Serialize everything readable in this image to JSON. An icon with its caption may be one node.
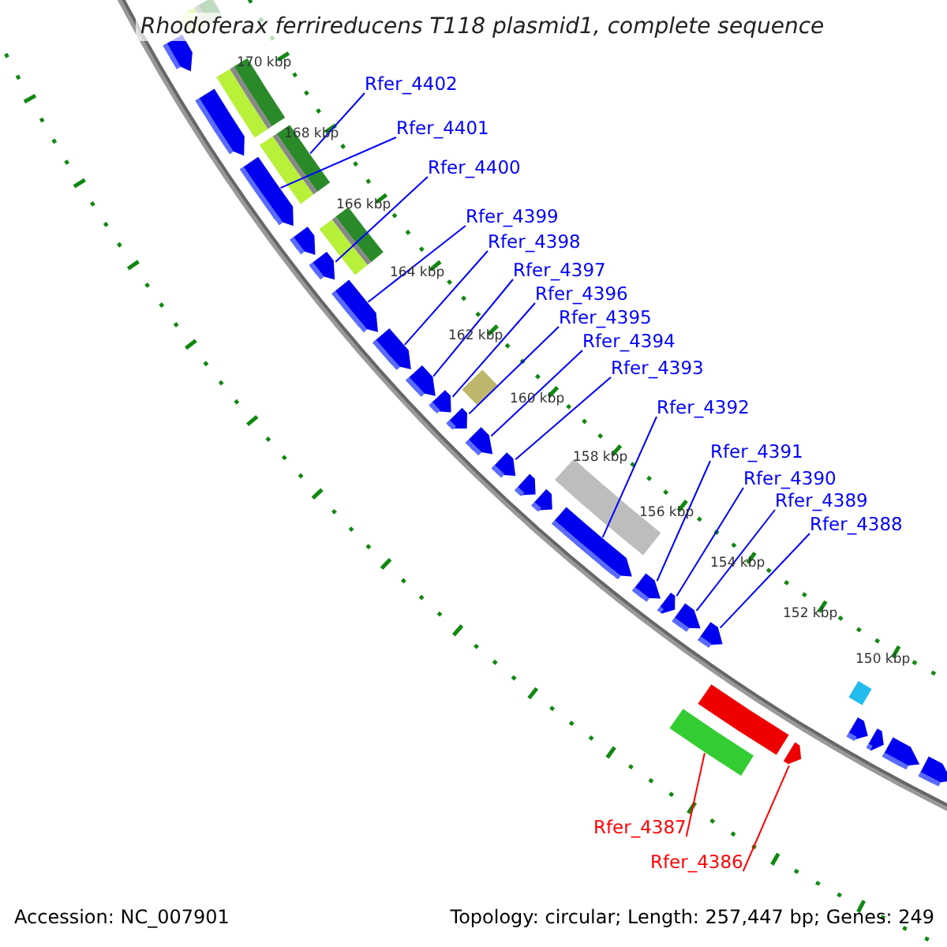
{
  "diagram": {
    "title": "Rhodoferax ferrireducens T118 plasmid1, complete sequence",
    "nodes": [
      {
        "text": [
          "Rfer_4402"
        ]
      },
      {
        "text": [
          "Rfer_4401"
        ]
      },
      {
        "text": [
          "Rfer_4400"
        ]
      },
      {
        "text": [
          "Rfer_4399"
        ]
      },
      {
        "text": [
          "Rfer_4398"
        ]
      },
      {
        "text": [
          "Rfer_4397"
        ]
      },
      {
        "text": [
          "Rfer_4396"
        ]
      },
      {
        "text": [
          "Rfer_4395"
        ]
      },
      {
        "text": [
          "Rfer_4394"
        ]
      },
      {
        "text": [
          "Rfer_4393"
        ]
      },
      {
        "text": [
          "Rfer_4392"
        ]
      },
      {
        "text": [
          "Rfer_4391"
        ]
      },
      {
        "text": [
          "Rfer_4390"
        ]
      },
      {
        "text": [
          "Rfer_4389"
        ]
      },
      {
        "text": [
          "Rfer_4388"
        ]
      },
      {
        "text": [
          "Rfer_4387"
        ]
      },
      {
        "text": [
          "Rfer_4386"
        ]
      },
      {
        "text": [],
        "shape": "bar"
      },
      {
        "text": [],
        "shape": "arrow"
      },
      {
        "text": [],
        "shape": "arrow"
      },
      {
        "text": [],
        "shape": "arrow"
      },
      {
        "text": [],
        "shape": "arrow"
      },
      {
        "text": [],
        "shape": "arrow"
      },
      {
        "text": [],
        "shape": "arrow"
      },
      {
        "text": [],
        "shape": "arrow"
      },
      {
        "text": [],
        "shape": "arrow"
      },
      {
        "text": [],
        "shape": "arrow"
      },
      {
        "text": [],
        "shape": "arrow"
      },
      {
        "text": [],
        "shape": "arrow"
      },
      {
        "text": [],
        "shape": "arrow"
      },
      {
        "text": [],
        "shape": "arrow"
      },
      {
        "text": [],
        "shape": "arrow"
      },
      {
        "text": [],
        "shape": "bar"
      },
      {
        "text": [],
        "shape": "arrow"
      },
      {
        "text": [],
        "shape": "arrow"
      },
      {
        "text": [],
        "shape": "arrow"
      },
      {
        "text": [],
        "shape": "arrow"
      },
      {
        "text": [],
        "shape": "arrow"
      },
      {
        "text": [],
        "shape": "arrow"
      },
      {
        "text": [],
        "shape": "arrow"
      },
      {
        "text": [],
        "shape": "arrow"
      },
      {
        "text": [],
        "shape": "arrow"
      },
      {
        "text": [],
        "shape": "arrow"
      },
      {
        "text": [],
        "shape": "bar"
      },
      {
        "text": [],
        "shape": "bar"
      },
      {
        "text": [],
        "shape": "bar"
      },
      {
        "text": [],
        "shape": "bar"
      },
      {
        "text": [],
        "shape": "bar"
      },
      {
        "text": [],
        "shape": "bar"
      },
      {
        "text": [],
        "shape": "bar"
      }
    ],
    "edges": [
      {
        "from": 0,
        "to": 17,
        "arrow": "none"
      },
      {
        "from": 1,
        "to": 18,
        "arrow": "none"
      },
      {
        "from": 2,
        "to": 19,
        "arrow": "none"
      },
      {
        "from": 3,
        "to": 20,
        "arrow": "none"
      },
      {
        "from": 4,
        "to": 21,
        "arrow": "none"
      },
      {
        "from": 5,
        "to": 22,
        "arrow": "none"
      },
      {
        "from": 6,
        "to": 23,
        "arrow": "none"
      },
      {
        "from": 7,
        "to": 24,
        "arrow": "none"
      },
      {
        "from": 8,
        "to": 25,
        "arrow": "none"
      },
      {
        "from": 9,
        "to": 26,
        "arrow": "none"
      },
      {
        "from": 10,
        "to": 27,
        "arrow": "none"
      },
      {
        "from": 11,
        "to": 28,
        "arrow": "none"
      },
      {
        "from": 12,
        "to": 29,
        "arrow": "none"
      },
      {
        "from": 13,
        "to": 30,
        "arrow": "none"
      },
      {
        "from": 14,
        "to": 31,
        "arrow": "none"
      },
      {
        "from": 15,
        "to": 32,
        "arrow": "none",
        "color": "#ff0000"
      },
      {
        "from": 16,
        "to": 33,
        "arrow": "none",
        "color": "#ff0000"
      }
    ],
    "labels": [
      "170 kbp",
      "168 kbp",
      "166 kbp",
      "164 kbp",
      "162 kbp",
      "160 kbp",
      "158 kbp",
      "156 kbp",
      "154 kbp",
      "152 kbp",
      "150 kbp",
      "Accession: NC_007901",
      "Topology: circular; Length: 257,447 bp; Genes: 249"
    ]
  }
}
